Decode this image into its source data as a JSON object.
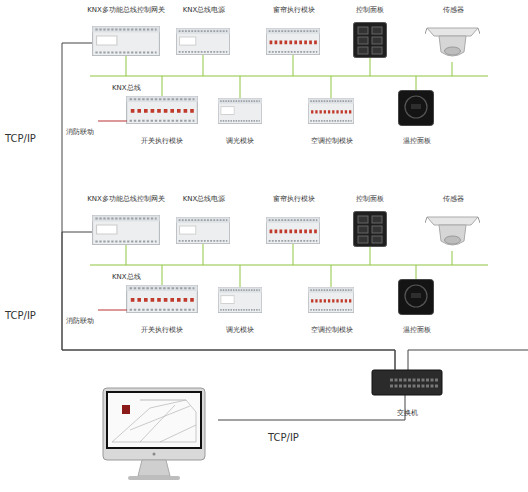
{
  "diagram": {
    "nodes": [
      {
        "text": [
          "KNX多功能总线控制网关"
        ]
      },
      {
        "text": [
          "KNX总线电源"
        ]
      },
      {
        "text": [
          "窗帘执行模块"
        ]
      },
      {
        "text": [
          "控制面板"
        ]
      },
      {
        "text": [
          "传感器"
        ]
      },
      {
        "text": [
          "开关执行模块"
        ]
      },
      {
        "text": [
          "调光模块"
        ]
      },
      {
        "text": [
          "空调控制模块"
        ]
      },
      {
        "text": [
          "温控面板"
        ]
      },
      {
        "text": [
          "KNX多功能总线控制网关"
        ]
      },
      {
        "text": [
          "KNX总线电源"
        ]
      },
      {
        "text": [
          "窗帘执行模块"
        ]
      },
      {
        "text": [
          "控制面板"
        ]
      },
      {
        "text": [
          "传感器"
        ]
      },
      {
        "text": [
          "开关执行模块"
        ]
      },
      {
        "text": [
          "调光模块"
        ]
      },
      {
        "text": [
          "空调控制模块"
        ]
      },
      {
        "text": [
          "温控面板"
        ]
      },
      {
        "text": [
          "交换机"
        ]
      }
    ],
    "edges": [
      {
        "from": 0,
        "to": 18,
        "arrow": "none",
        "label": "TCP/IP"
      },
      {
        "from": 9,
        "to": 18,
        "arrow": "none",
        "label": "TCP/IP"
      }
    ],
    "labels": [
      "KNX总线",
      "消防联动",
      "KNX总线",
      "消防联动",
      "TCP/IP"
    ]
  }
}
